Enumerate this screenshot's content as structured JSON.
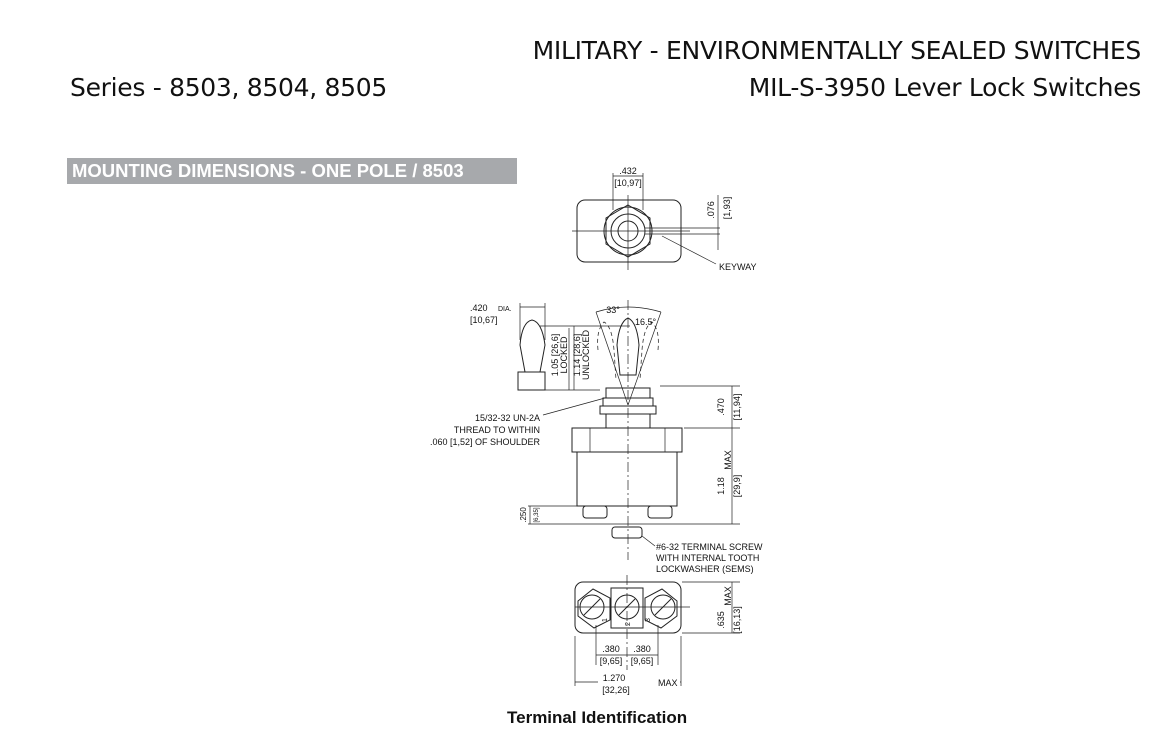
{
  "header": {
    "title_line1": "MILITARY - ENVIRONMENTALLY SEALED SWITCHES",
    "title_line2": "MIL-S-3950 Lever Lock Switches",
    "series": "Series - 8503, 8504, 8505"
  },
  "section": {
    "banner": "MOUNTING DIMENSIONS - ONE POLE / 8503",
    "caption": "Terminal Identification"
  },
  "drawing": {
    "top_view": {
      "width_in": ".432",
      "width_mm": "[10,97]",
      "keyway_in": ".076",
      "keyway_mm": "[1,93]",
      "keyway_label": "KEYWAY"
    },
    "side_view": {
      "lever_dia_in": ".420",
      "lever_dia_label": "DIA.",
      "lever_dia_mm": "[10,67]",
      "locked": "1.05 [26,6]",
      "locked_label": "LOCKED",
      "unlocked": "1.14 [28,6]",
      "unlocked_label": "UNLOCKED",
      "angle_total": "33°",
      "angle_half": "16.5°",
      "thread_note": [
        "15/32-32 UN-2A",
        "THREAD TO WITHIN",
        ".060 [1,52] OF SHOULDER"
      ],
      "bushing_in": ".470",
      "bushing_mm": "[11,94]",
      "body_in": "1.18",
      "body_mm": "[29,9]",
      "body_max": "MAX",
      "terminal_in": ".250",
      "terminal_mm": "[6,35]",
      "screw_note": [
        "#6-32 TERMINAL SCREW",
        "WITH INTERNAL TOOTH",
        "LOCKWASHER (SEMS)"
      ]
    },
    "bottom_view": {
      "terminals": [
        "1",
        "2",
        "3"
      ],
      "height_in": ".635",
      "height_mm": "[16,13]",
      "height_max": "MAX",
      "spacing1_in": ".380",
      "spacing1_mm": "[9,65]",
      "spacing2_in": ".380",
      "spacing2_mm": "[9,65]",
      "width_in": "1.270",
      "width_mm": "[32,26]",
      "width_max": "MAX"
    }
  }
}
